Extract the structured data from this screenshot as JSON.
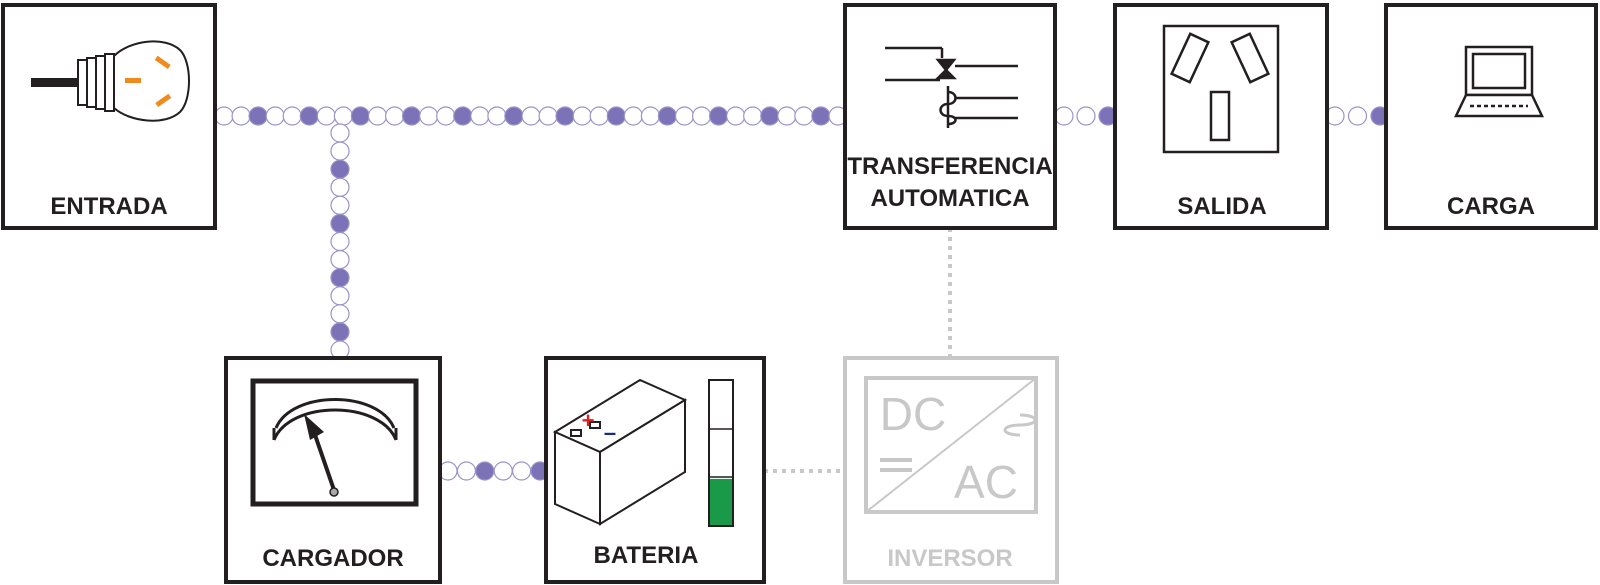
{
  "blocks": {
    "entrada": "ENTRADA",
    "transferencia_line1": "TRANSFERENCIA",
    "transferencia_line2": "AUTOMATICA",
    "salida": "SALIDA",
    "carga": "CARGA",
    "cargador": "CARGADOR",
    "bateria": "BATERIA",
    "inversor": "INVERSOR",
    "inversor_dc": "DC",
    "inversor_ac": "AC",
    "battery_plus": "+",
    "battery_minus": "–"
  },
  "battery_level": 0.32,
  "colors": {
    "outline": "#231f20",
    "dot_fill": "#7b72b8",
    "dot_outline": "#9a93c8",
    "inactive": "#c8c8c8",
    "plug_pins": "#f08a1e",
    "battery_level": "#1a9a48",
    "plus": "#e02020",
    "minus": "#1a2a8a"
  }
}
